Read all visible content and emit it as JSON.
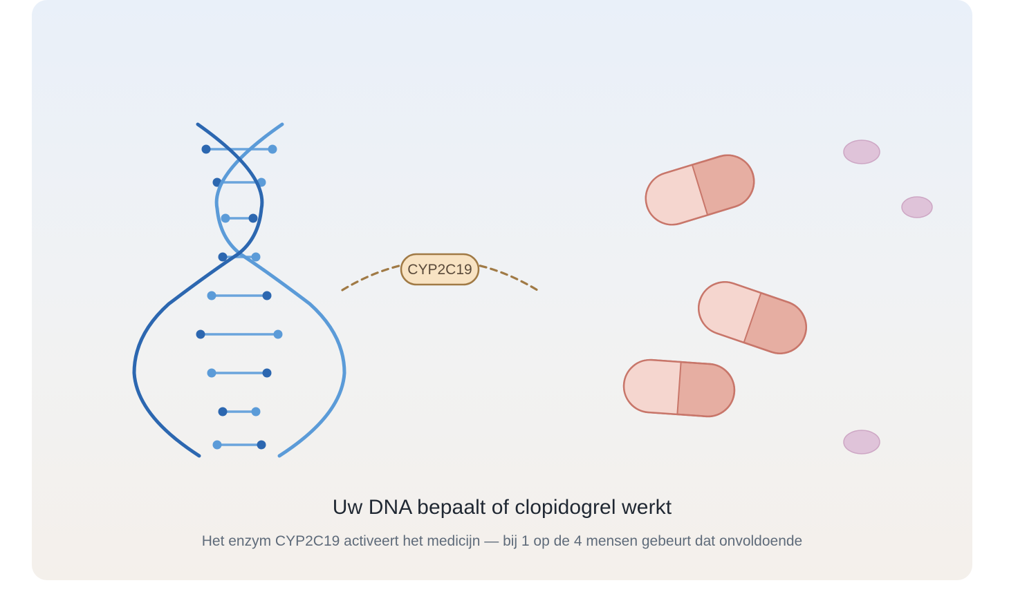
{
  "illustration": {
    "enzyme_label": "CYP2C19",
    "icons": [
      "dna-helix-icon",
      "capsule-icon",
      "platelet-icon"
    ]
  },
  "caption": {
    "headline": "Uw DNA bepaalt of clopidogrel werkt",
    "subline": "Het enzym CYP2C19 activeert het medicijn — bij 1 op de 4 mensen gebeurt dat onvoldoende"
  },
  "colors": {
    "dna_dark": "#2c67b0",
    "dna_light": "#5b9bd8",
    "enzyme_fill": "#f8e3c3",
    "enzyme_stroke": "#a07a45",
    "capsule_light": "#f5d6cf",
    "capsule_dark": "#e6aea2",
    "capsule_stroke": "#c8766a",
    "platelet": "#dfc3d9"
  }
}
